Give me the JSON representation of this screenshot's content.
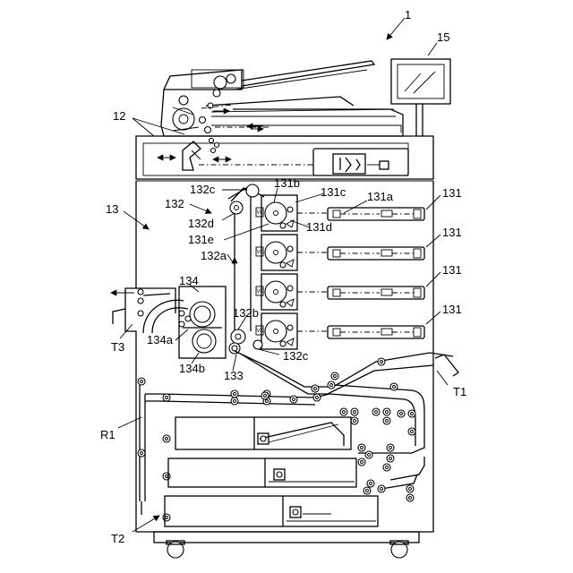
{
  "figure": {
    "labels": {
      "apparatus": "1",
      "panel": "15",
      "reader": "12",
      "printer": "13",
      "image_unit_group": "131",
      "image_unit_a": "131a",
      "image_unit_b": "131b",
      "image_unit_c": "131c",
      "image_unit_d": "131d",
      "image_unit_e": "131e",
      "belt_unit": "132",
      "belt": "132a",
      "roller_b": "132b",
      "roller_c_top": "132c",
      "roller_c_bottom": "132c",
      "roller_d": "132d",
      "secondary_transfer": "133",
      "fixing": "134",
      "fixing_a": "134a",
      "fixing_b": "134b",
      "tray_t1": "T1",
      "tray_t2": "T2",
      "tray_t3": "T3",
      "return_path": "R1"
    },
    "unit_label_vc": "VC"
  }
}
